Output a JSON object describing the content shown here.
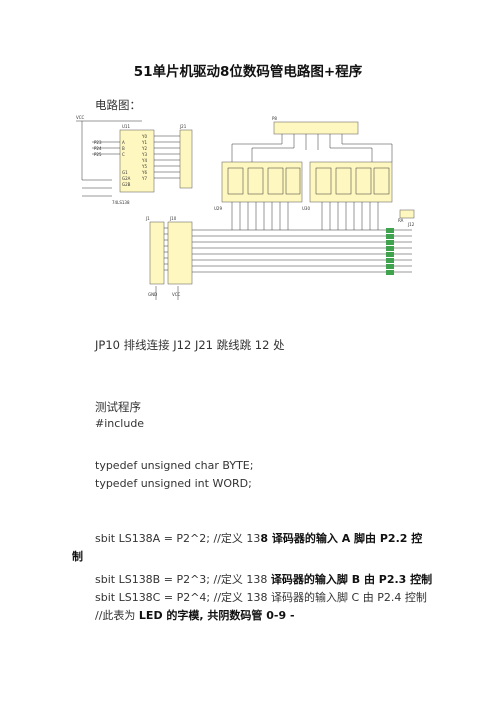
{
  "title": "51单片机驱动8位数码管电路图+程序",
  "section_circuit": "电路图：",
  "schematic": {
    "vcc": "VCC",
    "u11_label": "U11",
    "u11_part": "74LS138",
    "p_labels": [
      "P23",
      "P24",
      "P25"
    ],
    "pin_abc": [
      "A",
      "B",
      "C"
    ],
    "pin_g": [
      "G1",
      "G2A",
      "G2B"
    ],
    "outs": [
      "Y0",
      "Y1",
      "Y2",
      "Y3",
      "Y4",
      "Y5",
      "Y6",
      "Y7"
    ],
    "j_label": "J21",
    "p_header": "P8",
    "disp_left": "U29",
    "disp_right": "U30",
    "j_bottom_left": "J1",
    "j_bottom": "J10",
    "resistor": "RA",
    "connector_right": "J12",
    "gnd": "GND",
    "vcc_bottom": "VCC"
  },
  "note": "JP10 排线连接 J12 J21 跳线跳 12 处",
  "section_program": "测试程序",
  "include": "#include",
  "typedef_byte": "typedef unsigned char BYTE;",
  "typedef_word": "typedef unsigned int WORD;",
  "sbit_a_part1": "sbit  LS138A  =  P2^2;  //定义 13",
  "sbit_a_part2": "8 译码器的输入 A 脚由 P2.2 控",
  "sbit_a_wrap": "制",
  "sbit_b_part1": "sbit LS138B = P2^3; //定义 138 ",
  "sbit_b_part2": "译码器的输入脚 B 由 P2.3 控制",
  "sbit_c": "sbit LS138C = P2^4; //定义 138 译码器的输入脚 C 由 P2.4 控制",
  "comment_part1": "//此表为 ",
  "comment_part2": "LED 的字模, 共阴数码管 0-9  -"
}
